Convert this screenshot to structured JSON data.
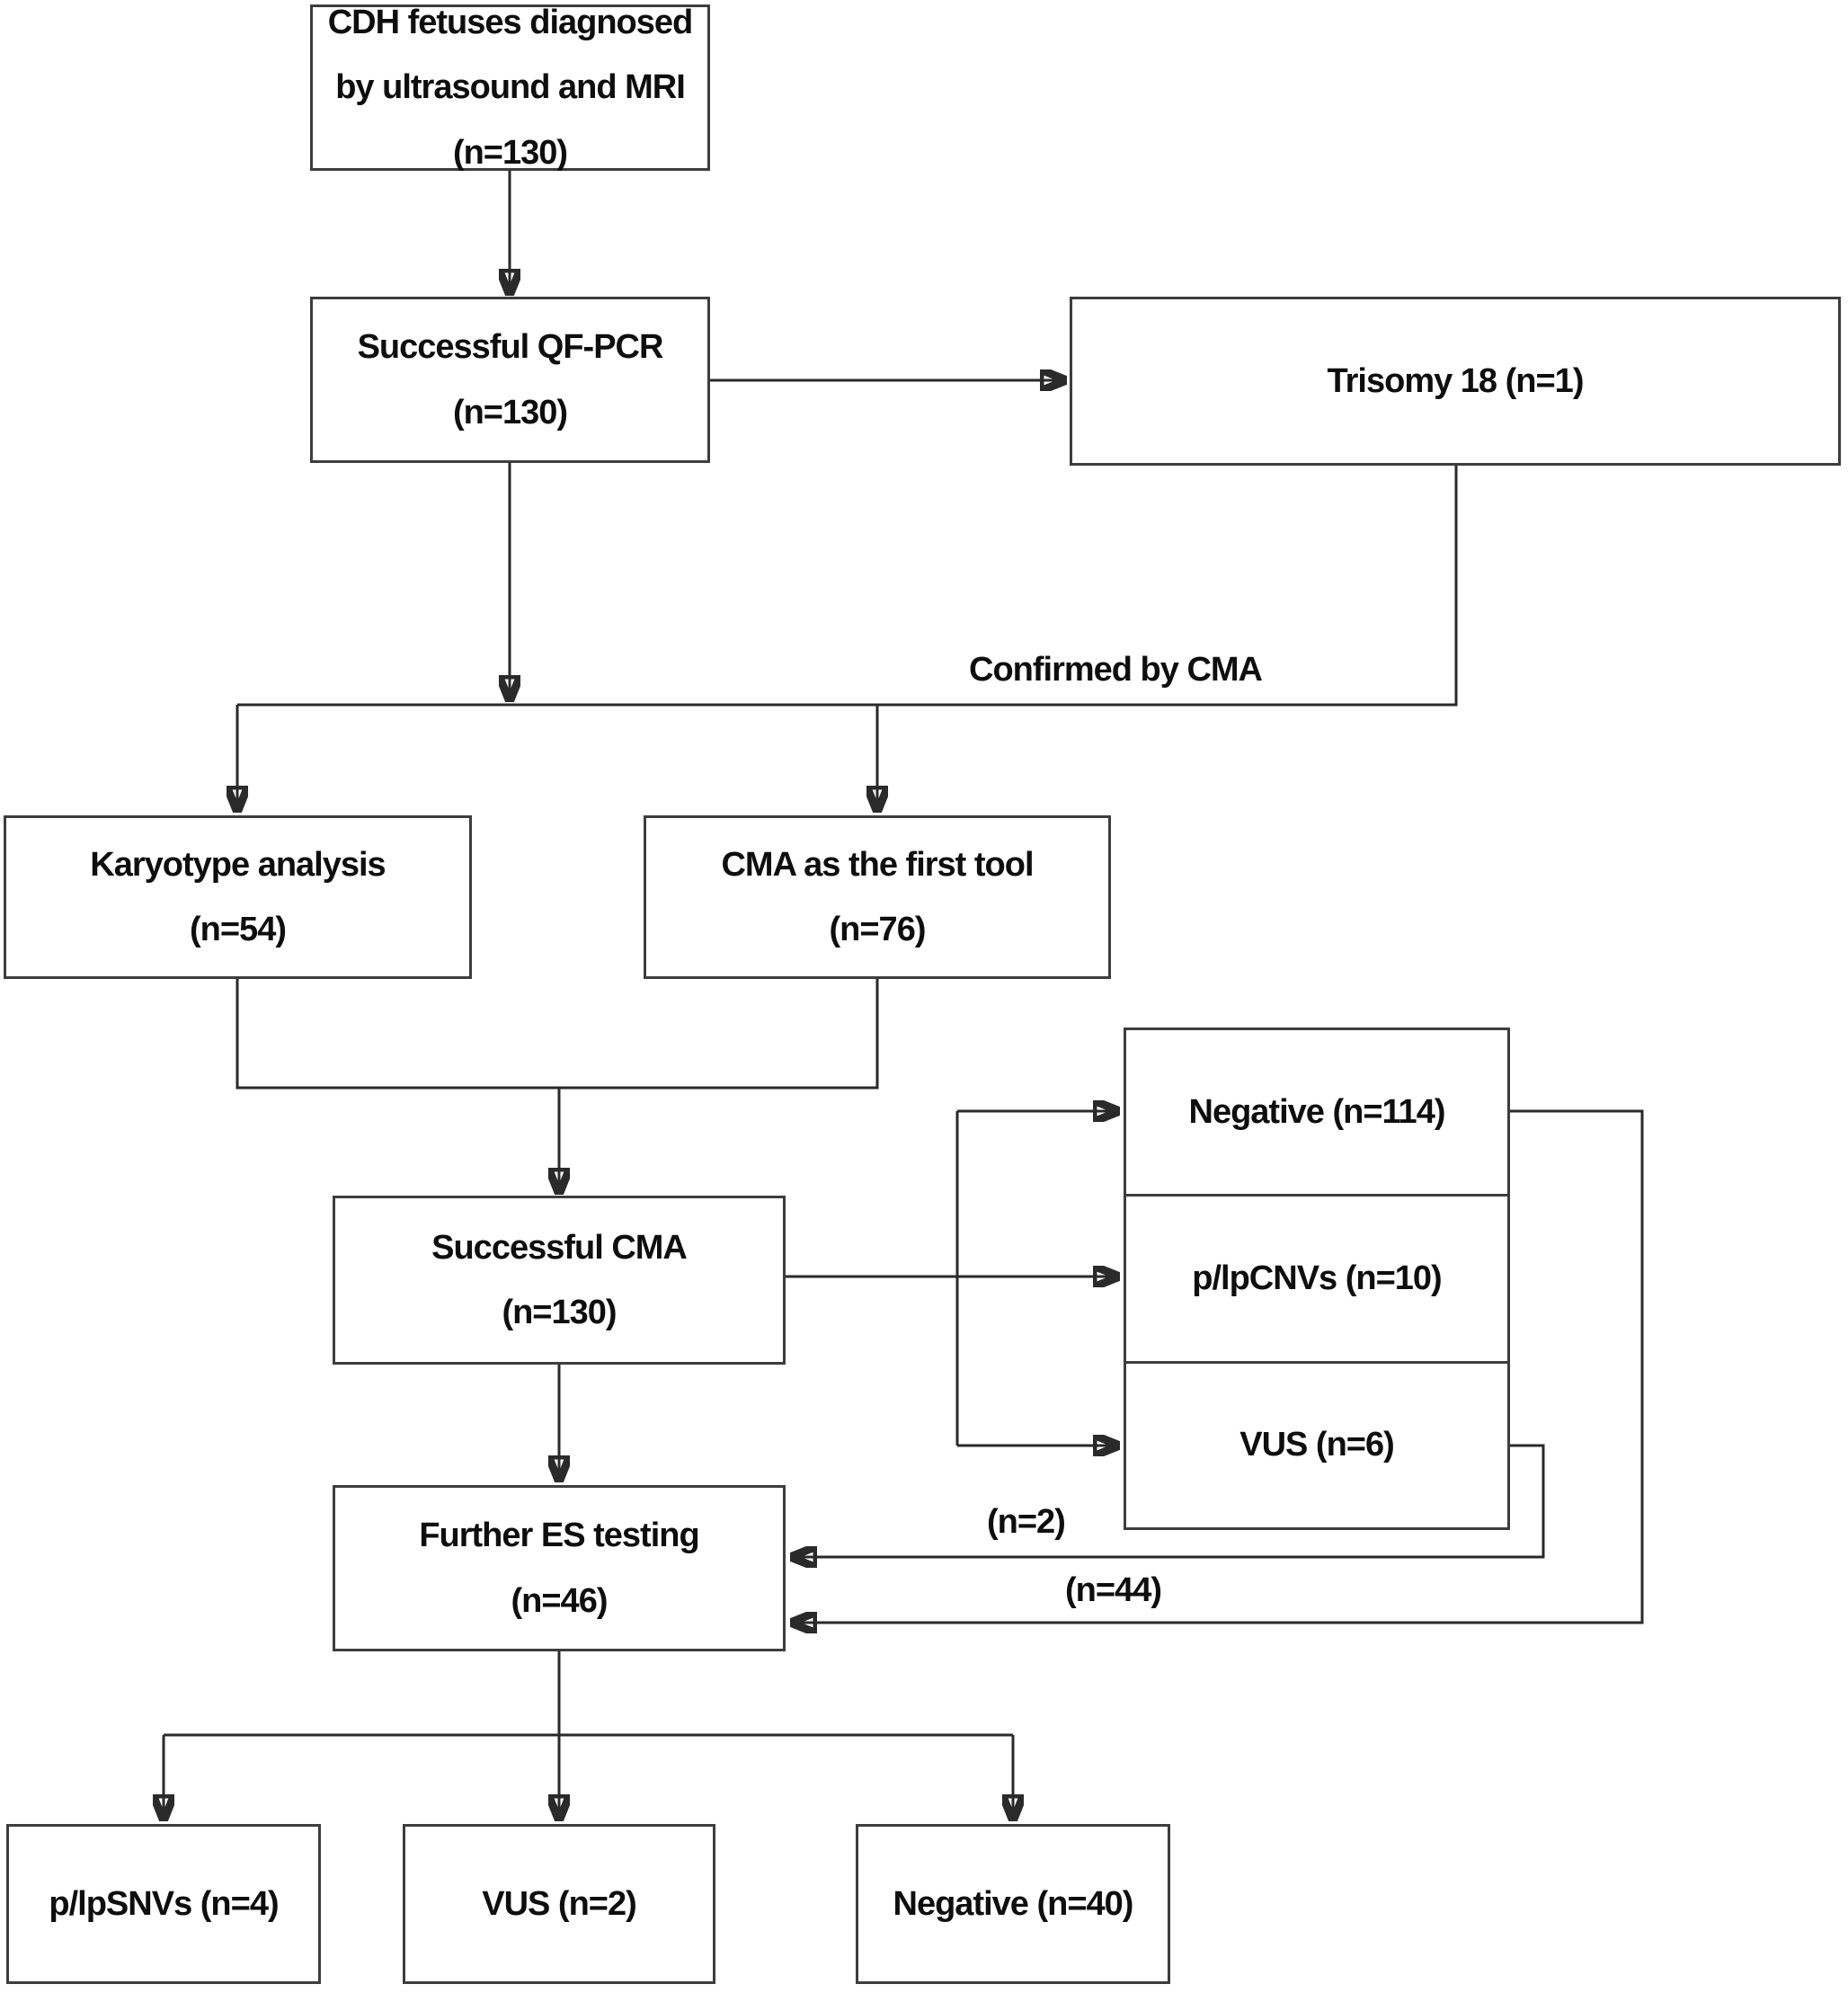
{
  "diagram": {
    "type": "flowchart",
    "background_color": "#ffffff",
    "line_color": "#2a2a2a",
    "text_color": "#0e0e0e",
    "nodes": {
      "cdh": {
        "lines": [
          "CDH fetuses diagnosed",
          "by ultrasound and MRI",
          "(n=130)"
        ]
      },
      "qfpcr": {
        "lines": [
          "Successful QF-PCR",
          "(n=130)"
        ]
      },
      "trisomy18": {
        "lines": [
          "Trisomy 18 (n=1)"
        ]
      },
      "karyotype": {
        "lines": [
          "Karyotype analysis",
          "(n=54)"
        ]
      },
      "cma_first": {
        "lines": [
          "CMA as the first tool",
          "(n=76)"
        ]
      },
      "successful_cma": {
        "lines": [
          "Successful CMA",
          "(n=130)"
        ]
      },
      "cma_negative": {
        "lines": [
          "Negative (n=114)"
        ]
      },
      "plp_cnvs": {
        "lines": [
          "p/lpCNVs (n=10)"
        ]
      },
      "cma_vus": {
        "lines": [
          "VUS (n=6)"
        ]
      },
      "further_es": {
        "lines": [
          "Further ES testing",
          "(n=46)"
        ]
      },
      "plp_snvs": {
        "lines": [
          "p/lpSNVs (n=4)"
        ]
      },
      "es_vus": {
        "lines": [
          "VUS (n=2)"
        ]
      },
      "es_negative": {
        "lines": [
          "Negative (n=40)"
        ]
      }
    },
    "edge_labels": {
      "confirmed_by_cma": "Confirmed by CMA",
      "from_vus": "(n=2)",
      "from_negative": "(n=44)"
    }
  }
}
